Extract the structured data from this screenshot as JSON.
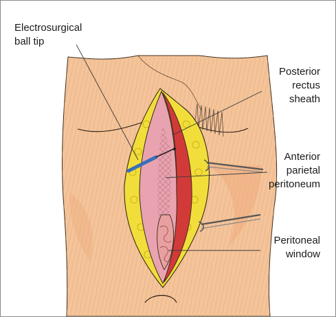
{
  "labels": {
    "ball_tip": {
      "line1": "Electrosurgical",
      "line2": "ball tip"
    },
    "posterior": {
      "line1": "Posterior",
      "line2": "rectus",
      "line3": "sheath"
    },
    "anterior": {
      "line1": "Anterior",
      "line2": "parietal",
      "line3": "peritoneum"
    },
    "window": {
      "line1": "Peritoneal",
      "line2": "window"
    }
  },
  "colors": {
    "skin": "#f4c49a",
    "skin_shade": "#eeb589",
    "fat": "#f1de3a",
    "rectus": "#d23a3a",
    "peritoneum": "#e9a3b0",
    "instrument": "#3a6fb8"
  }
}
